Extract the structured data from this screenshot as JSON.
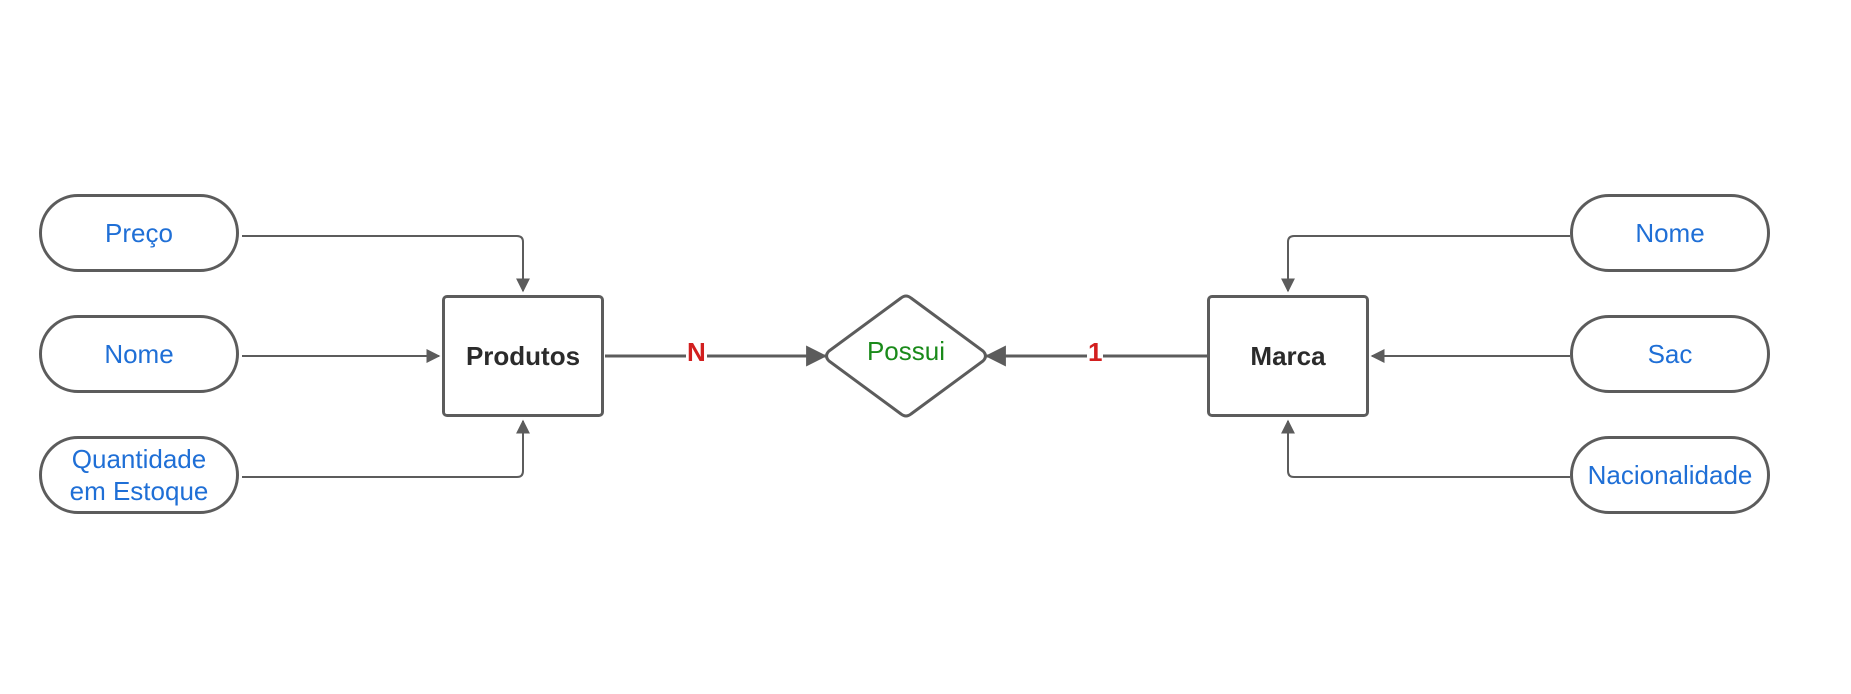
{
  "relationship": {
    "label": "Possui"
  },
  "entities": {
    "left": {
      "name": "Produtos",
      "cardinality": "N"
    },
    "right": {
      "name": "Marca",
      "cardinality": "1"
    }
  },
  "attributes": {
    "left": [
      "Preço",
      "Nome",
      "Quantidade em Estoque"
    ],
    "right": [
      "Nome",
      "Sac",
      "Nacionalidade"
    ]
  },
  "colors": {
    "attribute_text": "#1f6fd6",
    "relationship_text": "#1a8a1a",
    "cardinality_text": "#d21f1f",
    "stroke": "#5c5c5c"
  }
}
